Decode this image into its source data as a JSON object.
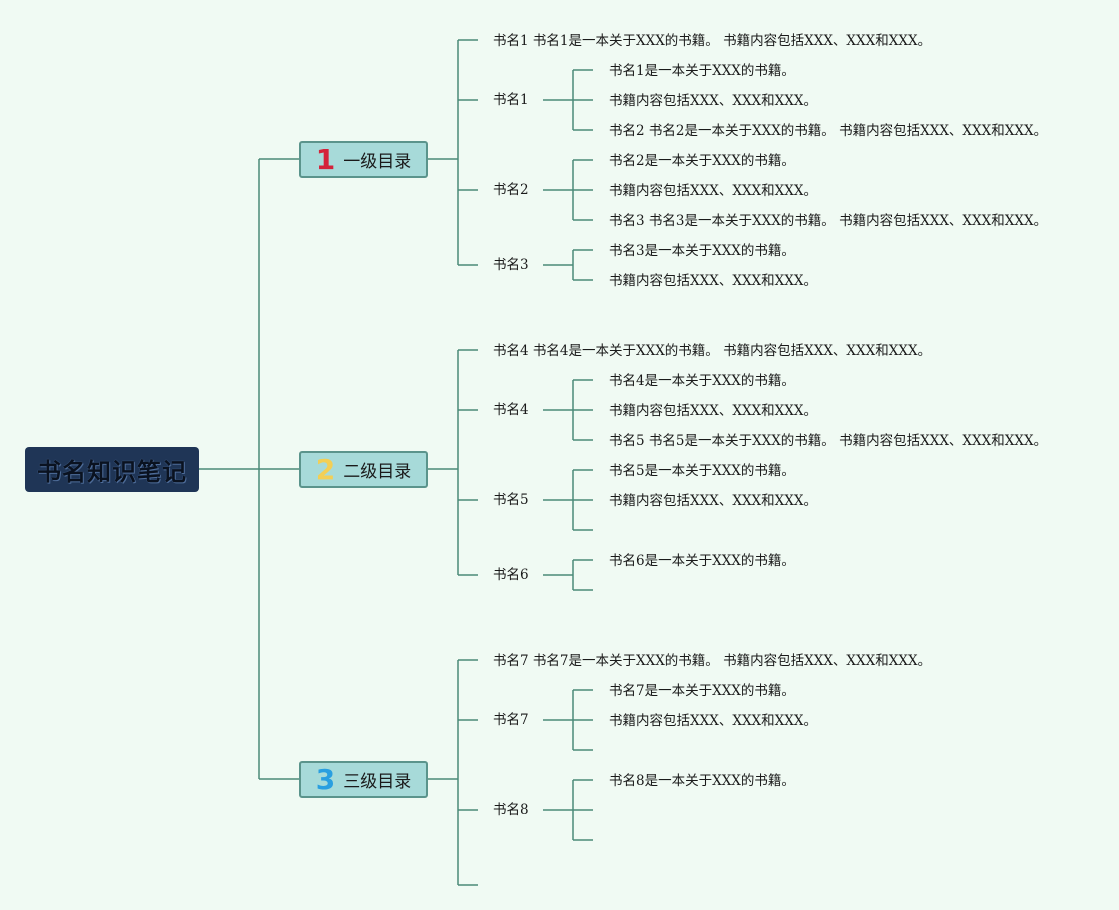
{
  "root": {
    "title": "书名知识笔记"
  },
  "categories": [
    {
      "num": "1",
      "num_color": "#d4233a",
      "label": "一级目录"
    },
    {
      "num": "2",
      "num_color": "#f3cf55",
      "label": "二级目录"
    },
    {
      "num": "3",
      "num_color": "#2a9fe0",
      "label": "三级目录"
    }
  ],
  "branches": [
    {
      "summary": "书名1 书名1是一本关于XXX的书籍。 书籍内容包括XXX、XXX和XXX。",
      "books": [
        {
          "name": "书名1",
          "details": [
            "书名1是一本关于XXX的书籍。",
            "书籍内容包括XXX、XXX和XXX。",
            "书名2 书名2是一本关于XXX的书籍。 书籍内容包括XXX、XXX和XXX。"
          ]
        },
        {
          "name": "书名2",
          "details": [
            "书名2是一本关于XXX的书籍。",
            "书籍内容包括XXX、XXX和XXX。",
            "书名3 书名3是一本关于XXX的书籍。 书籍内容包括XXX、XXX和XXX。"
          ]
        },
        {
          "name": "书名3",
          "details": [
            "书名3是一本关于XXX的书籍。",
            "书籍内容包括XXX、XXX和XXX。"
          ]
        }
      ]
    },
    {
      "summary": "书名4 书名4是一本关于XXX的书籍。 书籍内容包括XXX、XXX和XXX。",
      "books": [
        {
          "name": "书名4",
          "details": [
            "书名4是一本关于XXX的书籍。",
            "书籍内容包括XXX、XXX和XXX。",
            "书名5 书名5是一本关于XXX的书籍。 书籍内容包括XXX、XXX和XXX。"
          ]
        },
        {
          "name": "书名5",
          "details": [
            "书名5是一本关于XXX的书籍。",
            "书籍内容包括XXX、XXX和XXX。",
            ""
          ]
        },
        {
          "name": "书名6",
          "details": [
            "书名6是一本关于XXX的书籍。",
            ""
          ]
        }
      ]
    },
    {
      "summary": "书名7 书名7是一本关于XXX的书籍。 书籍内容包括XXX、XXX和XXX。",
      "books": [
        {
          "name": "书名7",
          "details": [
            "书名7是一本关于XXX的书籍。",
            "书籍内容包括XXX、XXX和XXX。",
            ""
          ]
        },
        {
          "name": "书名8",
          "details": [
            "书名8是一本关于XXX的书籍。",
            "",
            ""
          ]
        }
      ],
      "trailing_empty": true
    }
  ]
}
